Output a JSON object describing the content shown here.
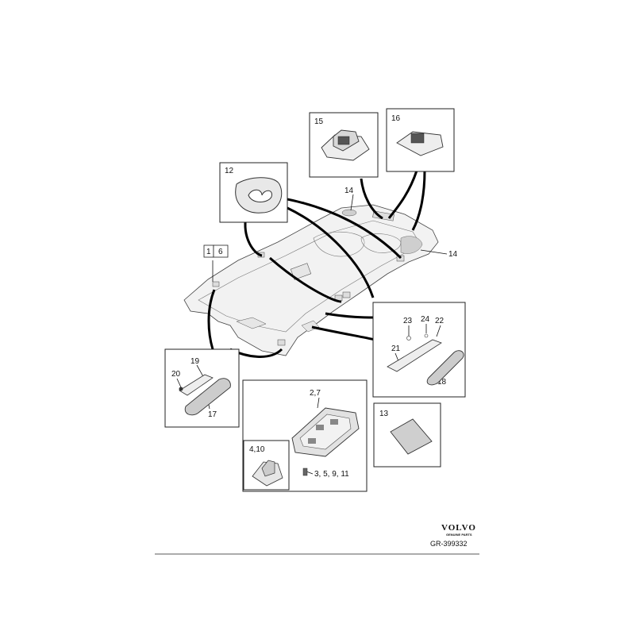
{
  "callouts": {
    "c1": "1",
    "c6": "6",
    "c12": "12",
    "c14a": "14",
    "c14b": "14",
    "c15": "15",
    "c16": "16",
    "c19": "19",
    "c20": "20",
    "c17": "17",
    "c23": "23",
    "c24": "24",
    "c22": "22",
    "c21": "21",
    "c18": "18",
    "c27": "2,7",
    "c410": "4,10",
    "c35911": "3, 5, 9, 11",
    "c13": "13"
  },
  "footer": {
    "brand": "VOLVO",
    "brand_sub": "GENUINE PARTS",
    "ref_code": "GR-399332"
  }
}
